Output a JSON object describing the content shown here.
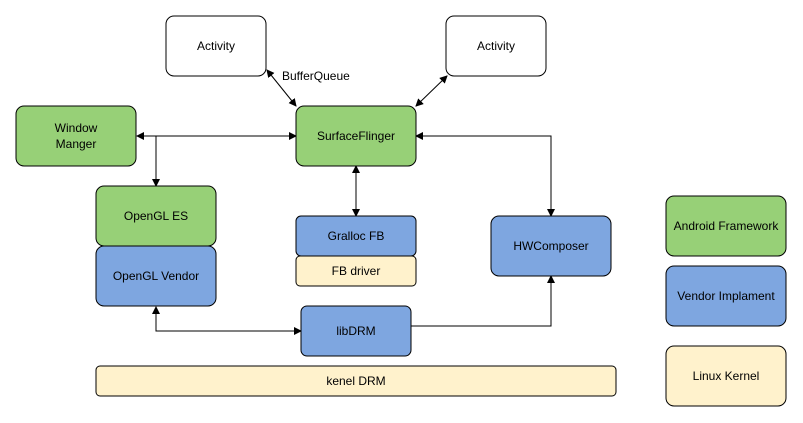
{
  "colors": {
    "framework": "#97d077",
    "vendor": "#7ea6e0",
    "kernel": "#fff2cc",
    "neutral": "#ffffff",
    "stroke": "#000000"
  },
  "nodes": {
    "activity_left": "Activity",
    "activity_right": "Activity",
    "window_manager_line1": "Window",
    "window_manager_line2": "Manger",
    "surfaceflinger": "SurfaceFlinger",
    "opengl_es": "OpenGL ES",
    "opengl_vendor": "OpenGL Vendor",
    "gralloc_fb": "Gralloc FB",
    "fb_driver": "FB driver",
    "hwcomposer": "HWComposer",
    "libdrm": "libDRM",
    "kernel_drm": "kenel DRM"
  },
  "edges": {
    "bufferqueue_label": "BufferQueue"
  },
  "legend": {
    "android_framework": "Android Framework",
    "vendor_implament": "Vendor Implament",
    "linux_kernel": "Linux Kernel"
  }
}
